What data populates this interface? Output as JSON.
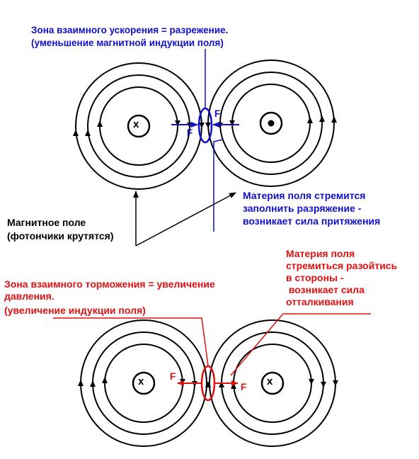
{
  "colors": {
    "blue": "#1010cc",
    "red": "#dd1111",
    "black": "#000000"
  },
  "top": {
    "zone_title": "Зона взаимного ускорения = разрежение.",
    "zone_subtitle": "(уменьшение магнитной индукции поля)",
    "force_left": "F",
    "force_right": "F",
    "left_wire_symbol": "x",
    "attraction_text": "Материя поля стремится\nзаполнить разряжение -\nвозникает сила притяжения"
  },
  "field_label": "Магнитное поле\n(фотончики крутятся)",
  "bottom": {
    "zone_title": "Зона взаимного торможения = увеличение\nдавления.",
    "zone_subtitle": "(увеличение индукции поля)",
    "repulsion_text": "Материя поля\nстремиться разойтись\nв стороны -\n возникает сила\nотталкивания",
    "force_left": "F",
    "force_right": "F",
    "left_wire_symbol": "x",
    "right_wire_symbol": "x"
  }
}
